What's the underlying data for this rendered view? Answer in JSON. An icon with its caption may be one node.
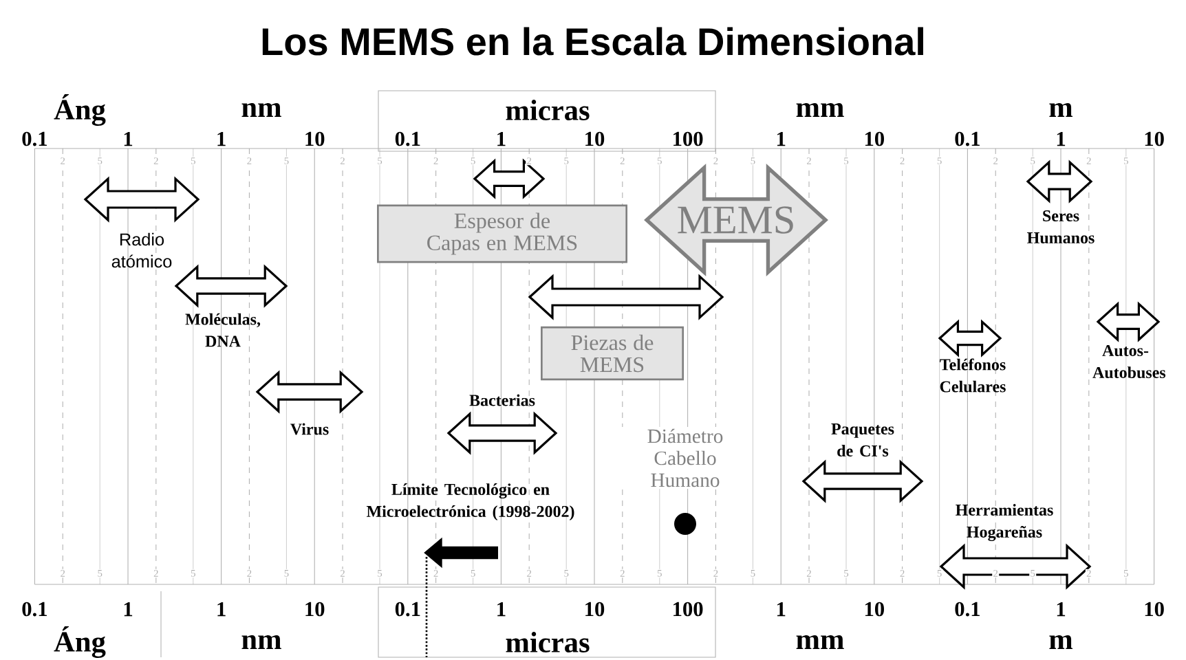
{
  "diagram": {
    "title": "Los MEMS en la Escala Dimensional",
    "nodes": [
      {
        "text": [
          "Espesor de Capas en MEMS"
        ]
      },
      {
        "text": [
          "MEMS"
        ]
      },
      {
        "text": [
          "Piezas de MEMS"
        ]
      },
      {
        "text": [
          "Radio atómico"
        ]
      },
      {
        "text": [
          "Moléculas, DNA"
        ]
      },
      {
        "text": [
          "Virus"
        ]
      },
      {
        "text": [
          "Bacterias"
        ]
      },
      {
        "text": [
          "Límite Tecnológico en Microelectrónica (1998-2002)"
        ]
      },
      {
        "text": [
          "Diámetro Cabello Humano"
        ]
      },
      {
        "text": [
          "Seres Humanos"
        ]
      },
      {
        "text": [
          "Teléfonos Celulares"
        ]
      },
      {
        "text": [
          "Autos-Autobuses"
        ]
      },
      {
        "text": [
          "Paquetes de CI's"
        ]
      },
      {
        "text": [
          "Herramientas Hogareñas"
        ]
      }
    ],
    "labels": [
      "Áng",
      "nm",
      "micras",
      "mm",
      "m",
      "0.1",
      "1",
      "1",
      "10",
      "0.1",
      "1",
      "10",
      "100",
      "1",
      "10",
      "0.1",
      "1",
      "10",
      "2",
      "5",
      "2",
      "5",
      "2",
      "5",
      "2",
      "5",
      "2",
      "5",
      "2",
      "5",
      "2",
      "5",
      "2",
      "5",
      "2",
      "5",
      "2",
      "5",
      "2",
      "5",
      "2",
      "5",
      "2",
      "5",
      "2",
      "5",
      "2",
      "5",
      "2",
      "5",
      "2",
      "5",
      "2",
      "5",
      "2",
      "5",
      "2",
      "5",
      "2",
      "5",
      "2",
      "5",
      "2",
      "5",
      "2",
      "5",
      "0.1",
      "1",
      "1",
      "10",
      "0.1",
      "1",
      "10",
      "100",
      "1",
      "10",
      "0.1",
      "1",
      "10",
      "Áng",
      "nm",
      "micras",
      "mm",
      "m"
    ]
  }
}
